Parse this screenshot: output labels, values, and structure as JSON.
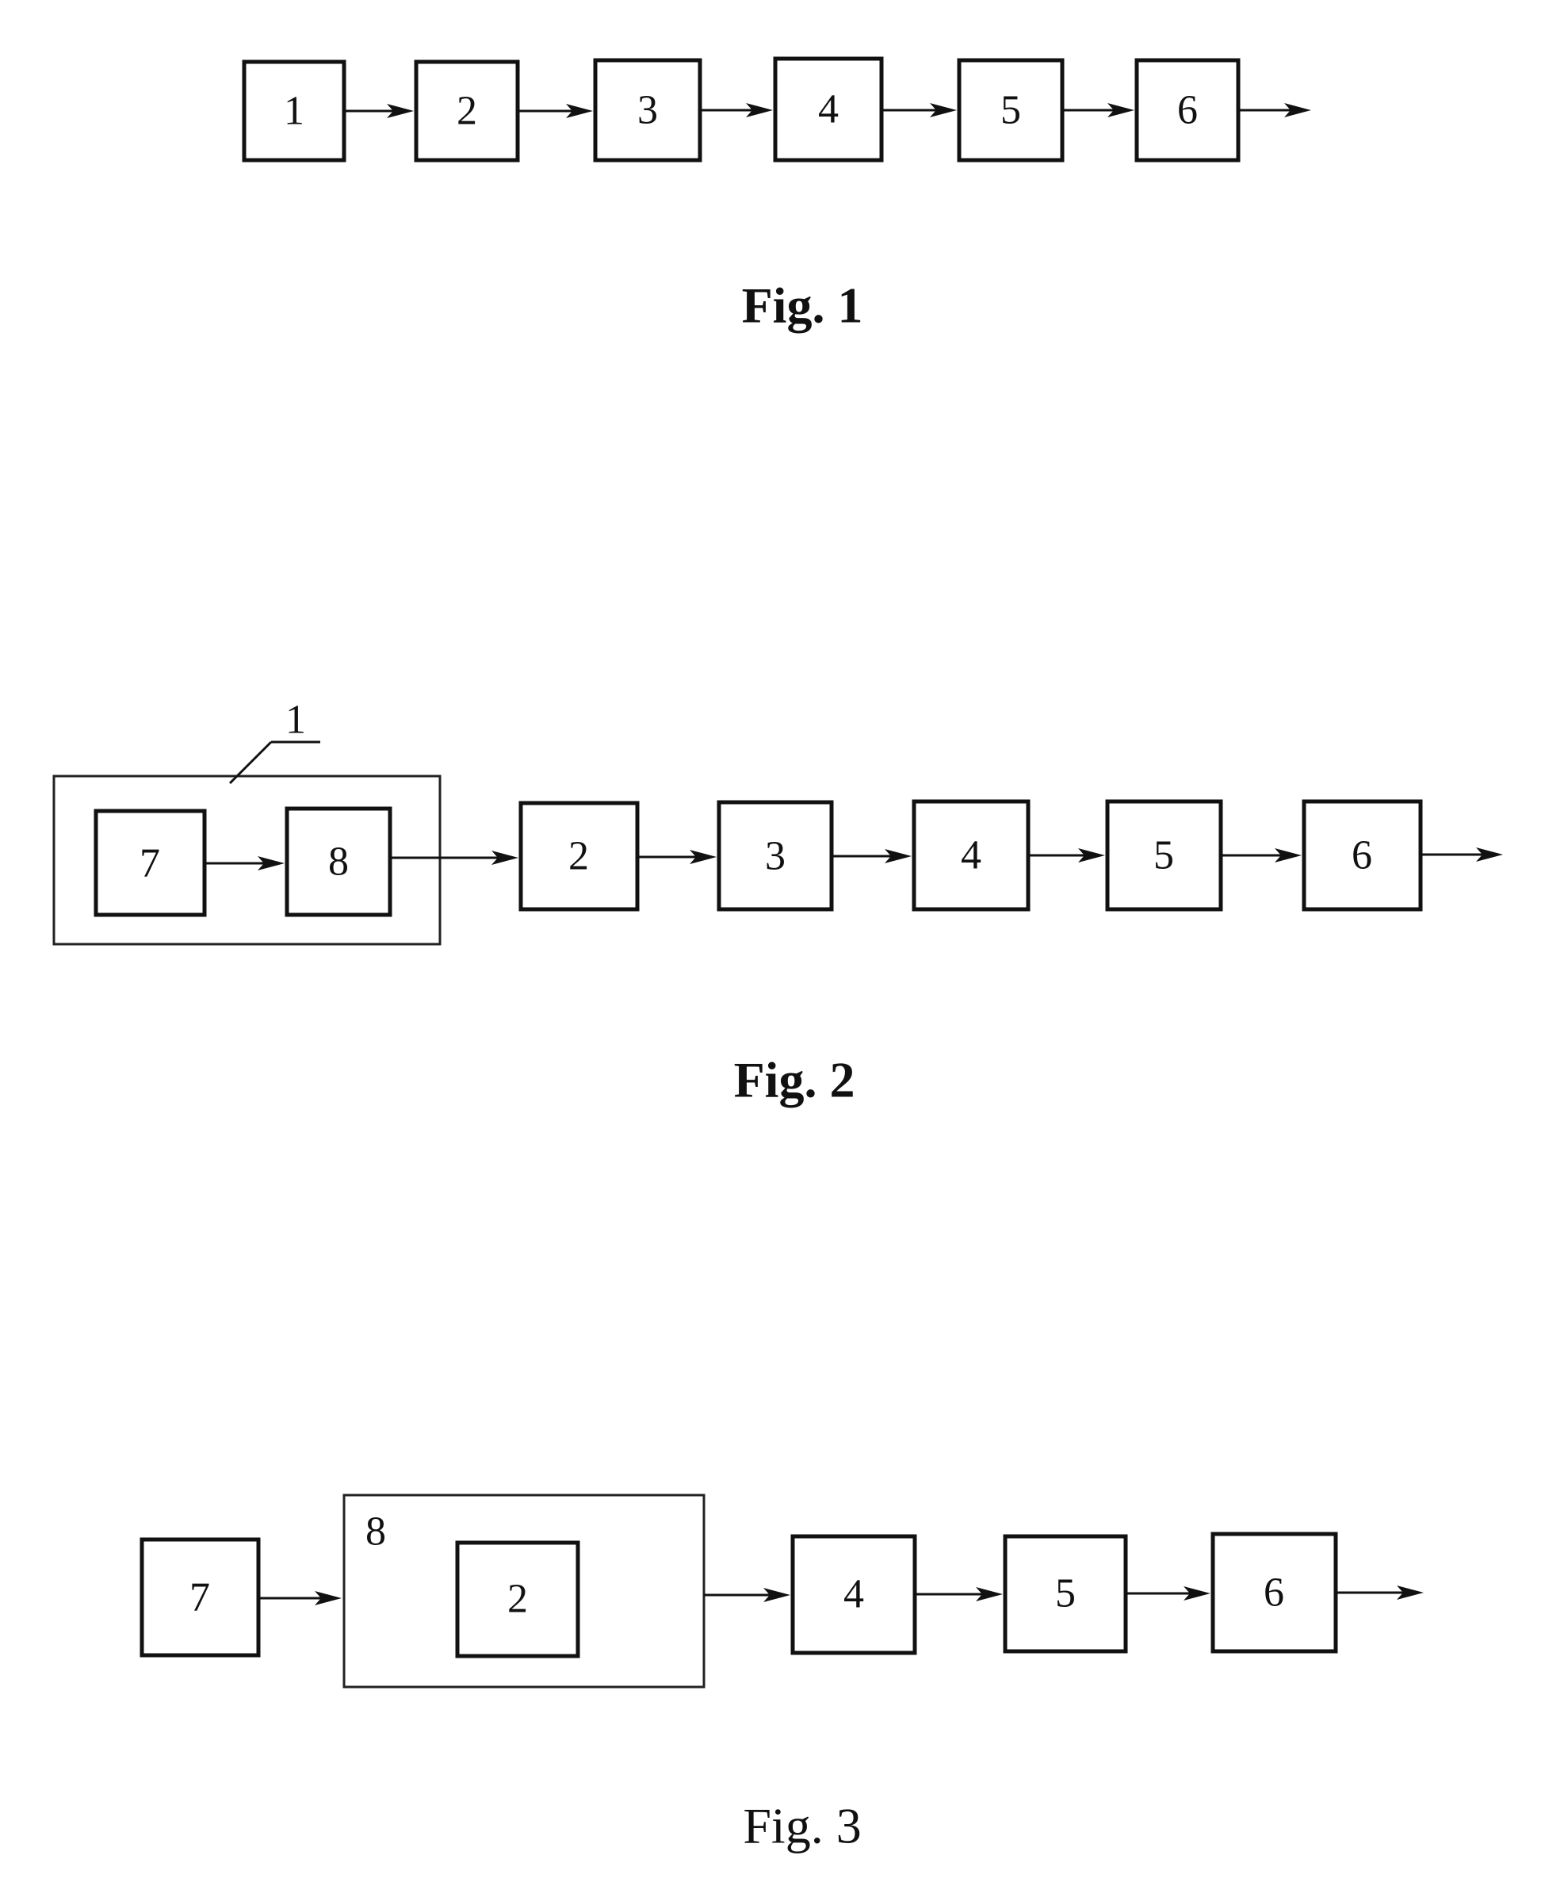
{
  "figures": [
    {
      "caption": "Fig. 1",
      "blocks": [
        "1",
        "2",
        "3",
        "4",
        "5",
        "6"
      ]
    },
    {
      "caption": "Fig. 2",
      "group_label": "1",
      "group_blocks": [
        "7",
        "8"
      ],
      "blocks": [
        "2",
        "3",
        "4",
        "5",
        "6"
      ]
    },
    {
      "caption": "Fig. 3",
      "first_block": "7",
      "group_label": "8",
      "group_inner_block": "2",
      "blocks": [
        "4",
        "5",
        "6"
      ]
    }
  ],
  "colors": {
    "ink": "#111111",
    "background": "#ffffff"
  }
}
